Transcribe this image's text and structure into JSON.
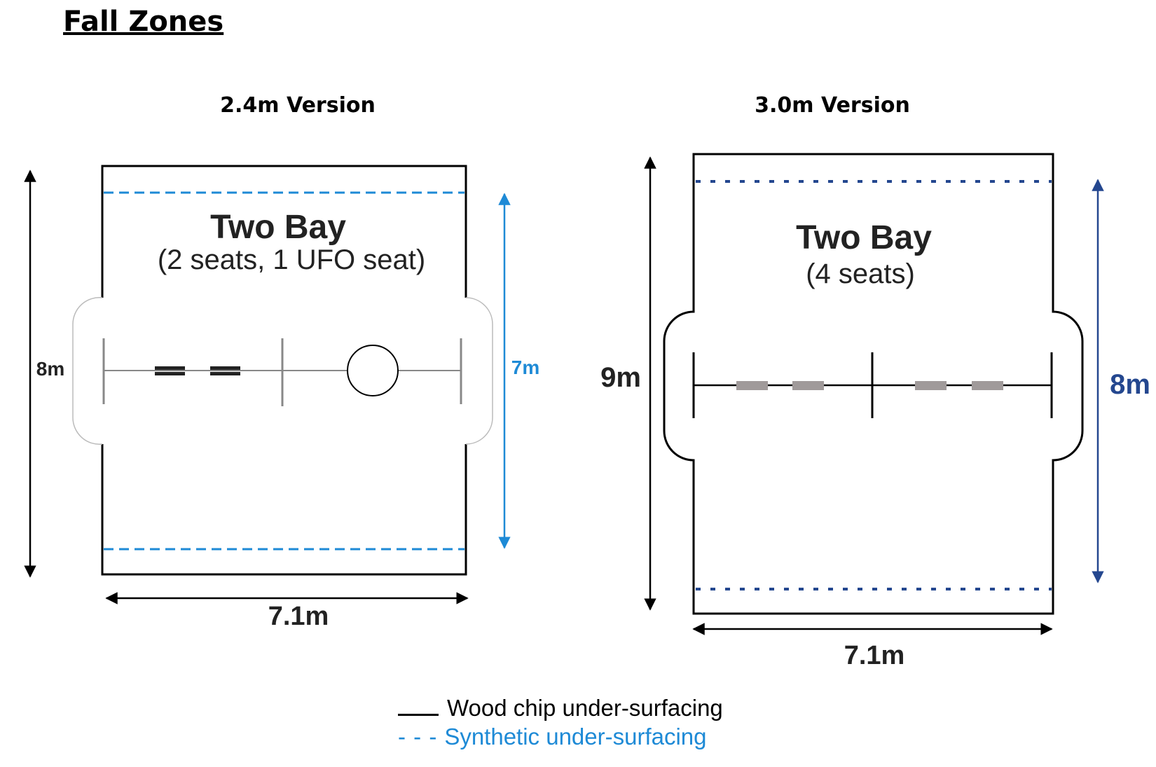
{
  "title": "Fall Zones",
  "colors": {
    "wood_chip": "#000000",
    "synthetic_light": "#1e8ad6",
    "synthetic_dark": "#24478f",
    "seat_dark": "#222222",
    "seat_grey": "#a09a9a",
    "frame_light": "#888888"
  },
  "left": {
    "version_label": "2.4m Version",
    "name": "Two Bay",
    "seats": "(2 seats, 1 UFO seat)",
    "outer_height": "8m",
    "synthetic_height": "7m",
    "width": "7.1m"
  },
  "right": {
    "version_label": "3.0m Version",
    "name": "Two Bay",
    "seats": "(4 seats)",
    "outer_height": "9m",
    "synthetic_height": "8m",
    "width": "7.1m"
  },
  "legend": {
    "solid_label": "Wood chip under-surfacing",
    "dashed_marker": "- - -",
    "dashed_label": "Synthetic under-surfacing"
  }
}
